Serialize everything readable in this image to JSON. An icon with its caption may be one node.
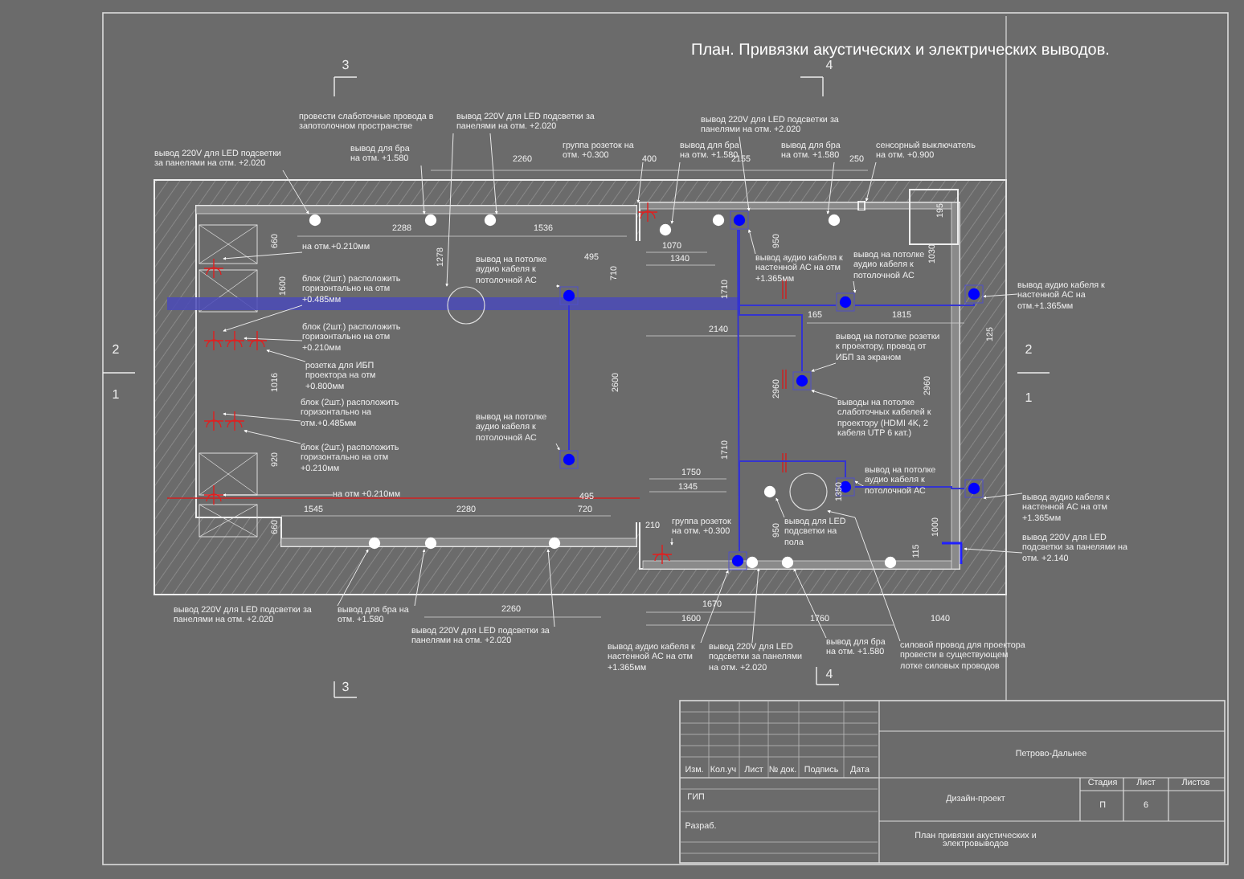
{
  "diagram": {
    "title": "План. Привязки акустических и электрических выводов.",
    "nodes": [
      {
        "text": [
          "вывод 220V для LED подсветки за панелями на отм. +2.020"
        ]
      },
      {
        "text": [
          "провести слаботочные провода в запотолочном пространстве"
        ]
      },
      {
        "text": [
          "вывод 220V для LED подсветки за панелями на отм. +2.020"
        ]
      },
      {
        "text": [
          "вывод для бра на отм. +1.580"
        ]
      },
      {
        "text": [
          "группа розеток на отм. +0.300"
        ]
      },
      {
        "text": [
          "вывод 220V для LED подсветки за панелями на отм. +2.020"
        ]
      },
      {
        "text": [
          "вывод для бра на отм. +1.580"
        ]
      },
      {
        "text": [
          "вывод для бра на отм. +1.580"
        ]
      },
      {
        "text": [
          "сенсорный выключатель на отм. +0.900"
        ]
      },
      {
        "text": [
          "на отм.+0.210мм"
        ]
      },
      {
        "text": [
          "блок (2шт.) расположить горизонтально на отм +0.485мм"
        ]
      },
      {
        "text": [
          "блок (2шт.) расположить горизонтально на отм +0.210мм"
        ]
      },
      {
        "text": [
          "розетка для ИБП проектора на отм +0.800мм"
        ]
      },
      {
        "text": [
          "блок (2шт.) расположить горизонтально на отм.+0.485мм"
        ]
      },
      {
        "text": [
          "блок (2шт.) расположить горизонтально на отм +0.210мм"
        ]
      },
      {
        "text": [
          "на отм +0.210мм"
        ]
      },
      {
        "text": [
          "вывод на потолке аудио кабеля к потолочной АС"
        ]
      },
      {
        "text": [
          "вывод на потолке аудио кабеля к потолочной АС"
        ]
      },
      {
        "text": [
          "вывод аудио кабеля к настенной АС на отм +1.365мм"
        ]
      },
      {
        "text": [
          "вывод на потолке аудио кабеля к потолочной АС"
        ]
      },
      {
        "text": [
          "вывод аудио кабеля к настенной АС на отм.+1.365мм"
        ]
      },
      {
        "text": [
          "вывод на потолке розетки к проектору, провод от ИБП за экраном"
        ]
      },
      {
        "text": [
          "выводы на потолке слаботочных кабелей к проектору (HDMI 4K, 2 кабеля UTP 6 кат.)"
        ]
      },
      {
        "text": [
          "вывод на потолке аудио кабеля к потолочной АС"
        ]
      },
      {
        "text": [
          "вывод аудио кабеля к настенной АС на отм +1.365мм"
        ]
      },
      {
        "text": [
          "вывод 220V для LED подсветки за панелями на отм. +2.140"
        ]
      },
      {
        "text": [
          "группа розеток на отм. +0.300"
        ]
      },
      {
        "text": [
          "вывод для LED подсветки на пола"
        ]
      },
      {
        "text": [
          "вывод 220V для LED подсветки за панелями на отм. +2.020"
        ]
      },
      {
        "text": [
          "вывод для бра на отм. +1.580"
        ]
      },
      {
        "text": [
          "вывод 220V для LED подсветки за панелями на отм. +2.020"
        ]
      },
      {
        "text": [
          "вывод аудио кабеля к настенной АС на отм +1.365мм"
        ]
      },
      {
        "text": [
          "вывод 220V для LED подсветки за панелями на отм. +2.020"
        ]
      },
      {
        "text": [
          "вывод для бра на отм. +1.580"
        ]
      },
      {
        "text": [
          "силовой провод для проектора провести в существующем лотке силовых проводов"
        ]
      },
      {
        "text": [],
        "shape": "circle"
      },
      {
        "text": [],
        "shape": "circle"
      },
      {
        "text": [],
        "shape": "ring"
      },
      {
        "text": [],
        "shape": "circle"
      },
      {
        "text": [],
        "shape": "circle"
      },
      {
        "text": [],
        "shape": "dot"
      },
      {
        "text": [],
        "shape": "circle"
      },
      {
        "text": [],
        "shape": "bar"
      },
      {
        "text": [],
        "shape": "socket"
      },
      {
        "text": [],
        "shape": "socket"
      },
      {
        "text": [],
        "shape": "socket"
      },
      {
        "text": [],
        "shape": "socket"
      },
      {
        "text": [],
        "shape": "socket"
      },
      {
        "text": [],
        "shape": "socket"
      },
      {
        "text": [],
        "shape": "socket"
      },
      {
        "text": [],
        "shape": "dot"
      },
      {
        "text": [],
        "shape": "dot"
      },
      {
        "text": [],
        "shape": "dot"
      },
      {
        "text": [],
        "shape": "dot"
      },
      {
        "text": [],
        "shape": "dot"
      },
      {
        "text": [],
        "shape": "dot"
      },
      {
        "text": [],
        "shape": "dot"
      },
      {
        "text": [],
        "shape": "ring"
      },
      {
        "text": [],
        "shape": "circle"
      },
      {
        "text": [],
        "shape": "socket"
      },
      {
        "text": [],
        "shape": "circle"
      },
      {
        "text": [],
        "shape": "circle"
      },
      {
        "text": [],
        "shape": "circle"
      },
      {
        "text": [],
        "shape": "dot"
      },
      {
        "text": [],
        "shape": "circle"
      },
      {
        "text": [],
        "shape": "circle"
      },
      {
        "text": [],
        "shape": "socket"
      },
      {
        "text": [],
        "shape": "corner"
      }
    ],
    "edges": [
      {
        "from": 0,
        "to": 35,
        "arrow": "to"
      },
      {
        "from": 1,
        "to": 37,
        "arrow": "to"
      },
      {
        "from": 2,
        "to": 38,
        "arrow": "to"
      },
      {
        "from": 3,
        "to": 36,
        "arrow": "to"
      },
      {
        "from": 4,
        "to": 66,
        "arrow": "to"
      },
      {
        "from": 5,
        "to": 40,
        "arrow": "to"
      },
      {
        "from": 6,
        "to": 39,
        "arrow": "to"
      },
      {
        "from": 7,
        "to": 41,
        "arrow": "to"
      },
      {
        "from": 8,
        "to": 42,
        "arrow": "to"
      },
      {
        "from": 9,
        "to": 43,
        "arrow": "to"
      },
      {
        "from": 10,
        "to": 44,
        "arrow": "to"
      },
      {
        "from": 11,
        "to": 45,
        "arrow": "to"
      },
      {
        "from": 12,
        "to": 46,
        "arrow": "to"
      },
      {
        "from": 13,
        "to": 47,
        "arrow": "to"
      },
      {
        "from": 14,
        "to": 48,
        "arrow": "to"
      },
      {
        "from": 15,
        "to": 49,
        "arrow": "to"
      },
      {
        "from": 16,
        "to": 50,
        "arrow": "to"
      },
      {
        "from": 17,
        "to": 51,
        "arrow": "to"
      },
      {
        "from": 18,
        "to": 40,
        "arrow": "to"
      },
      {
        "from": 19,
        "to": 52,
        "arrow": "to"
      },
      {
        "from": 20,
        "to": 53,
        "arrow": "to"
      },
      {
        "from": 21,
        "to": 54,
        "arrow": "to"
      },
      {
        "from": 22,
        "to": 54,
        "arrow": "to"
      },
      {
        "from": 23,
        "to": 55,
        "arrow": "to"
      },
      {
        "from": 24,
        "to": 56,
        "arrow": "to"
      },
      {
        "from": 25,
        "to": 67,
        "arrow": "to"
      },
      {
        "from": 26,
        "to": 59,
        "arrow": "to"
      },
      {
        "from": 27,
        "to": 58,
        "arrow": "to"
      },
      {
        "from": 28,
        "to": 60,
        "arrow": "to"
      },
      {
        "from": 29,
        "to": 61,
        "arrow": "to"
      },
      {
        "from": 30,
        "to": 62,
        "arrow": "to"
      },
      {
        "from": 31,
        "to": 63,
        "arrow": "to"
      },
      {
        "from": 32,
        "to": 64,
        "arrow": "to"
      },
      {
        "from": 33,
        "to": 65,
        "arrow": "to"
      },
      {
        "from": 34,
        "to": 57,
        "arrow": "to"
      },
      {
        "from": 50,
        "to": 51,
        "arrow": "none",
        "color": "#3434d0"
      },
      {
        "from": 40,
        "to": 63,
        "arrow": "none",
        "color": "#3434d0"
      },
      {
        "from": 40,
        "to": 52,
        "arrow": "none",
        "color": "#3434d0"
      },
      {
        "from": 52,
        "to": 53,
        "arrow": "none",
        "color": "#3434d0"
      },
      {
        "from": 40,
        "to": 54,
        "arrow": "none",
        "color": "#3434d0"
      },
      {
        "from": 63,
        "to": 55,
        "arrow": "none",
        "color": "#3434d0"
      },
      {
        "from": 55,
        "to": 56,
        "arrow": "none",
        "color": "#3434d0"
      }
    ],
    "labels": [
      "3",
      "4",
      "2260",
      "400",
      "2155",
      "250",
      "195",
      "2288",
      "1536",
      "660",
      "1278",
      "495",
      "1070",
      "1340",
      "950",
      "1030",
      "710",
      "1600",
      "1710",
      "165",
      "1815",
      "2140",
      "125",
      "2",
      "2",
      "1016",
      "2600",
      "2960",
      "2960",
      "1",
      "1",
      "1710",
      "920",
      "1750",
      "1345",
      "1350",
      "495",
      "1545",
      "2280",
      "720",
      "660",
      "210",
      "950",
      "1000",
      "115",
      "2260",
      "1670",
      "1600",
      "1760",
      "1040",
      "3",
      "4",
      "Петрово-Дальнее",
      "Изм.",
      "Кол.уч",
      "Лист",
      "№ док.",
      "Подпись",
      "Дата",
      "Стадия",
      "Лист",
      "Листов",
      "ГИП",
      "Дизайн-проект",
      "П",
      "6",
      "Разраб.",
      "План привязки акустических и электровыводов"
    ]
  }
}
